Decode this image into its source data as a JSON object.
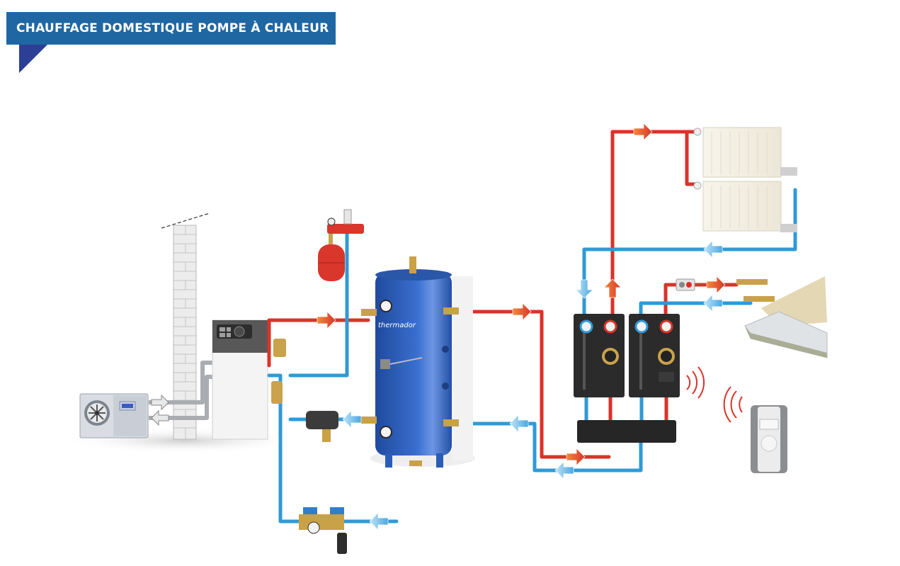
{
  "title": "CHAUFFAGE DOMESTIQUE POMPE À CHALEUR",
  "tank": {
    "brand_logo": "thermador"
  },
  "colors": {
    "banner": "#1f67a3",
    "banner_fold": "#2c3f96",
    "hot_pipe": "#d9332a",
    "cold_pipe": "#2f9ad6",
    "tank_blue": "#2a5cb8",
    "module_dark": "#2b2b2b"
  },
  "components": [
    {
      "id": "outdoor-unit",
      "icon": "heat-pump-outdoor-unit-icon"
    },
    {
      "id": "wall",
      "icon": "brick-wall-icon"
    },
    {
      "id": "indoor-unit",
      "icon": "heat-pump-indoor-unit-icon"
    },
    {
      "id": "expansion-vessel",
      "icon": "expansion-vessel-icon"
    },
    {
      "id": "buffer-tank",
      "icon": "buffer-tank-icon"
    },
    {
      "id": "pump-modules",
      "icon": "pump-station-icon"
    },
    {
      "id": "hydraulic-manifold",
      "icon": "manifold-icon"
    },
    {
      "id": "radiators",
      "icon": "radiator-icon"
    },
    {
      "id": "underfloor-heating",
      "icon": "underfloor-heating-icon"
    },
    {
      "id": "thermostat",
      "icon": "wireless-thermostat-icon"
    },
    {
      "id": "filling-unit",
      "icon": "filling-valve-icon"
    }
  ]
}
